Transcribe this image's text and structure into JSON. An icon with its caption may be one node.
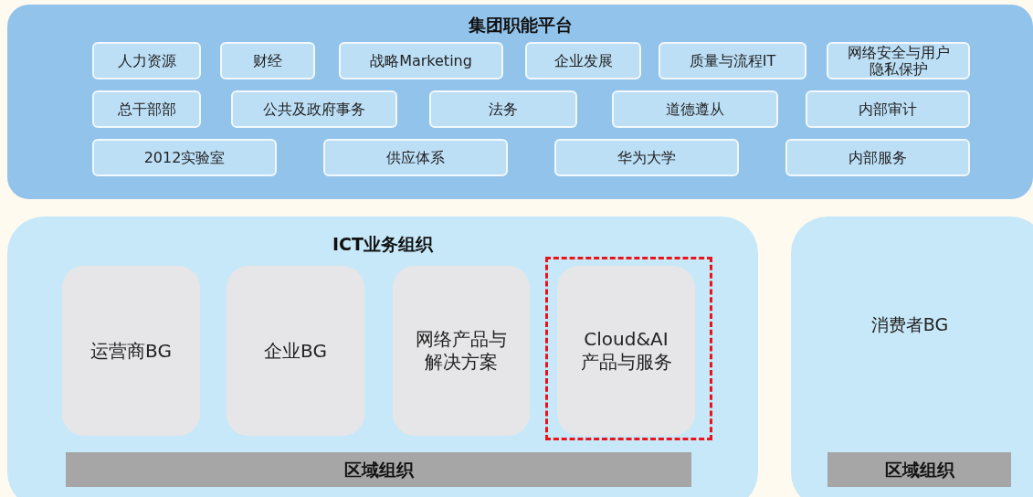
{
  "diagram": {
    "nodes": [
      {
        "text": [
          "集团职能平台"
        ]
      },
      {
        "text": [
          "人力资源"
        ],
        "in": 0
      },
      {
        "text": [
          "财经"
        ],
        "in": 0
      },
      {
        "text": [
          "战略Marketing"
        ],
        "in": 0
      },
      {
        "text": [
          "企业发展"
        ],
        "in": 0
      },
      {
        "text": [
          "质量与流程IT"
        ],
        "in": 0
      },
      {
        "text": [
          "网络安全与用户隐私保护"
        ],
        "in": 0
      },
      {
        "text": [
          "总干部部"
        ],
        "in": 0
      },
      {
        "text": [
          "公共及政府事务"
        ],
        "in": 0
      },
      {
        "text": [
          "法务"
        ],
        "in": 0
      },
      {
        "text": [
          "道德遵从"
        ],
        "in": 0
      },
      {
        "text": [
          "内部审计"
        ],
        "in": 0
      },
      {
        "text": [
          "2012实验室"
        ],
        "in": 0
      },
      {
        "text": [
          "供应体系"
        ],
        "in": 0
      },
      {
        "text": [
          "华为大学"
        ],
        "in": 0
      },
      {
        "text": [
          "内部服务"
        ],
        "in": 0
      },
      {
        "text": [
          "ICT业务组织"
        ]
      },
      {
        "text": [
          "运营商BG"
        ],
        "in": 16
      },
      {
        "text": [
          "企业BG"
        ],
        "in": 16
      },
      {
        "text": [
          "网络产品与解决方案"
        ],
        "in": 16
      },
      {
        "text": [
          "Cloud&AI 产品与服务"
        ],
        "in": 16
      },
      {
        "text": [
          "区域组织"
        ],
        "in": 16
      },
      {
        "text": [
          "消费者BG"
        ]
      },
      {
        "text": [
          "区域组织"
        ],
        "in": 22
      }
    ]
  }
}
